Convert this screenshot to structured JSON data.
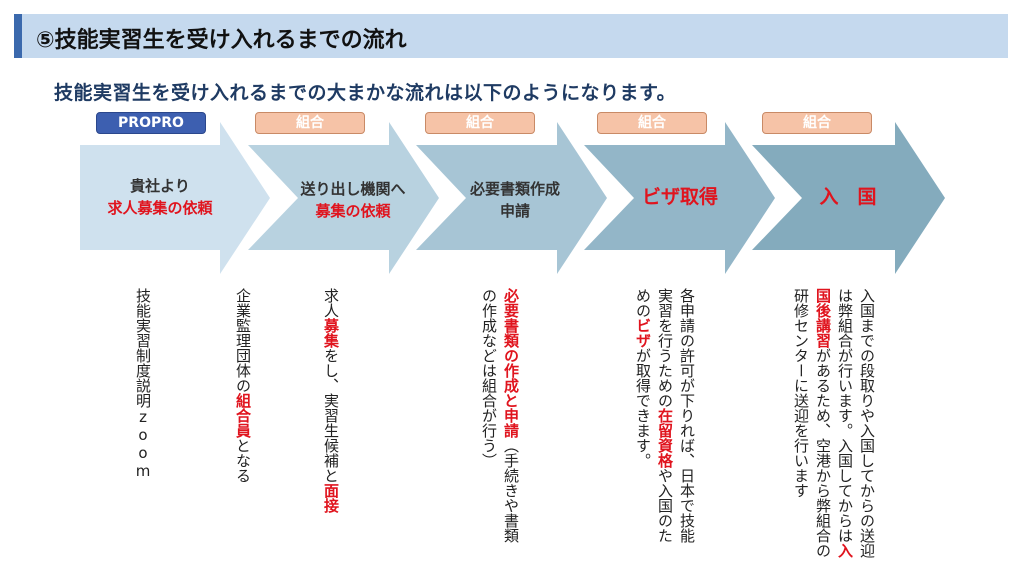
{
  "header": {
    "title": "⑤技能実習生を受け入れるまでの流れ",
    "subtitle": "技能実習生を受け入れるまでの大まかな流れは以下のようになります。"
  },
  "badges": [
    "PROPRO",
    "組合",
    "組合",
    "組合",
    "組合"
  ],
  "steps": [
    {
      "line1": "貴社より",
      "line2_red": "求人募集の依頼"
    },
    {
      "line1": "送り出し機関へ",
      "line2_red": "募集の依頼"
    },
    {
      "line1": "必要書類作成",
      "line2": "申請"
    },
    {
      "label_red": "ビザ取得"
    },
    {
      "label_red": "入　国"
    }
  ],
  "descriptions": {
    "d1": {
      "text": "技能実習制度説明zoom"
    },
    "d2": {
      "a": "企業監理団体の",
      "red": "組合員",
      "b": "となる"
    },
    "d3": {
      "a": "求人",
      "red1": "募集",
      "b": "をし、実習生候補と",
      "red2": "面接"
    },
    "d4": {
      "red": "必要書類の作成と申請",
      "a": "（手続きや書類の作成などは組合が行う）"
    },
    "d5": {
      "a": "各申請の許可が下りれば、日本で技能実習を行うための",
      "red1": "在留資格",
      "b": "や入国のための",
      "red2": "ビザ",
      "c": "が取得できます。"
    },
    "d6": {
      "a": "入国までの段取りや入国してからの送迎は弊組合が行います。入国してからは",
      "red": "入国後講習",
      "b": "があるため、空港から弊組合の研修センターに送迎を行います"
    }
  },
  "colors": {
    "title_bar": "#c5d9ee",
    "title_accent": "#3b69ad",
    "arrow_1": "#cfe1ee",
    "arrow_2": "#b8d2e0",
    "arrow_3": "#a7c5d5",
    "arrow_4": "#93b6c8",
    "arrow_5": "#84abbd",
    "highlight": "#e0141e"
  }
}
